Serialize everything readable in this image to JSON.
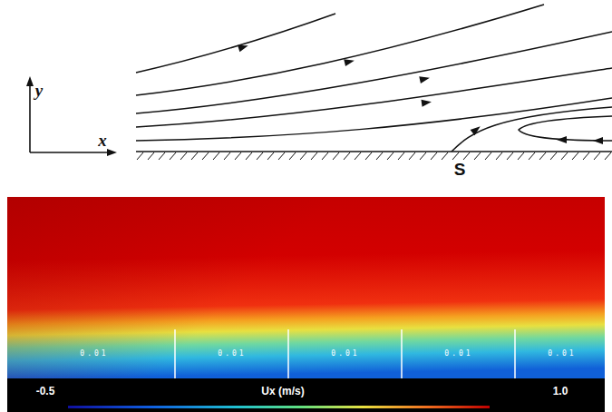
{
  "diagram": {
    "labels": [
      "y",
      "x",
      "S",
      "0.01",
      "0.01",
      "0.01",
      "0.01",
      "0.01",
      "-0.5",
      "Ux (m/s)",
      "1.0"
    ]
  }
}
